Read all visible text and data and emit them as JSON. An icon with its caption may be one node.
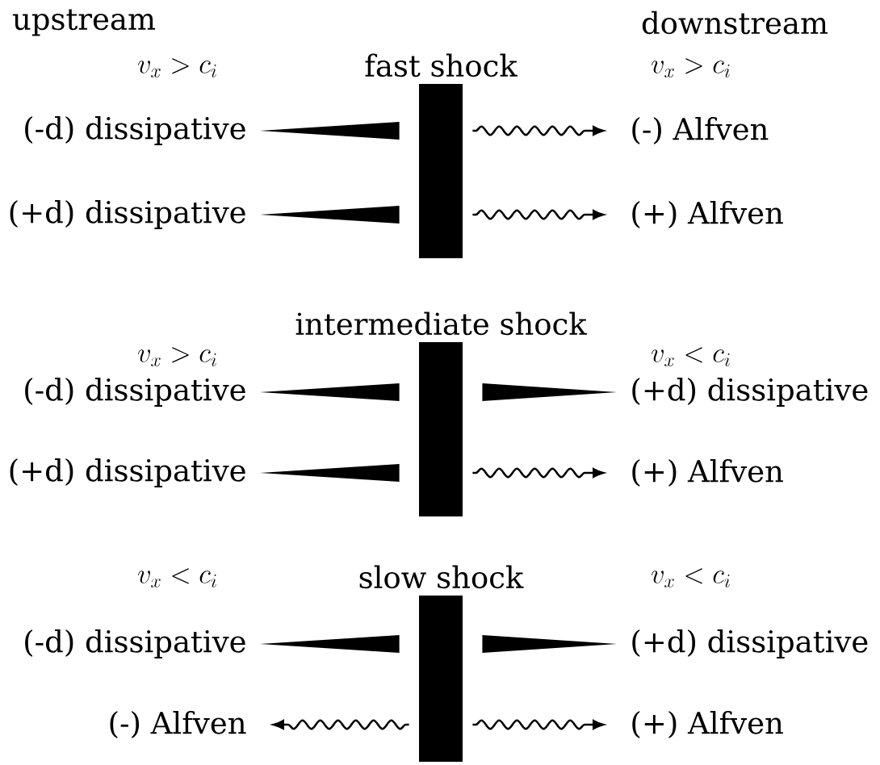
{
  "diagram": {
    "nodes": [
      {
        "text": [
          "fast shock"
        ]
      },
      {
        "text": [
          "(-d) dissipative"
        ]
      },
      {
        "text": [
          "(-) Alfven"
        ]
      },
      {
        "text": [
          "(+d) dissipative"
        ]
      },
      {
        "text": [
          "(+) Alfven"
        ]
      },
      {
        "text": [
          "intermediate shock"
        ]
      },
      {
        "text": [
          "(-d) dissipative"
        ]
      },
      {
        "text": [
          "(+d) dissipative"
        ]
      },
      {
        "text": [
          "(+d) dissipative"
        ]
      },
      {
        "text": [
          "(+) Alfven"
        ]
      },
      {
        "text": [
          "slow shock"
        ]
      },
      {
        "text": [
          "(-d) dissipative"
        ]
      },
      {
        "text": [
          "(+d) dissipative"
        ]
      },
      {
        "text": [
          "(-) Alfven"
        ]
      },
      {
        "text": [
          "(+) Alfven"
        ]
      }
    ],
    "edges": [
      {
        "from": 1,
        "to": 0,
        "arrow": "none"
      },
      {
        "from": 0,
        "to": 2,
        "arrow": "to"
      },
      {
        "from": 3,
        "to": 0,
        "arrow": "none"
      },
      {
        "from": 0,
        "to": 4,
        "arrow": "to"
      },
      {
        "from": 6,
        "to": 5,
        "arrow": "none"
      },
      {
        "from": 7,
        "to": 5,
        "arrow": "none"
      },
      {
        "from": 8,
        "to": 5,
        "arrow": "none"
      },
      {
        "from": 5,
        "to": 9,
        "arrow": "to"
      },
      {
        "from": 11,
        "to": 10,
        "arrow": "none"
      },
      {
        "from": 12,
        "to": 10,
        "arrow": "none"
      },
      {
        "from": 10,
        "to": 13,
        "arrow": "to"
      },
      {
        "from": 10,
        "to": 14,
        "arrow": "to"
      }
    ],
    "labels": [
      "upstream",
      "downstream",
      "v_x > c_i",
      "v_x > c_i",
      "v_x > c_i",
      "v_x < c_i",
      "v_x < c_i",
      "v_x < c_i"
    ]
  }
}
